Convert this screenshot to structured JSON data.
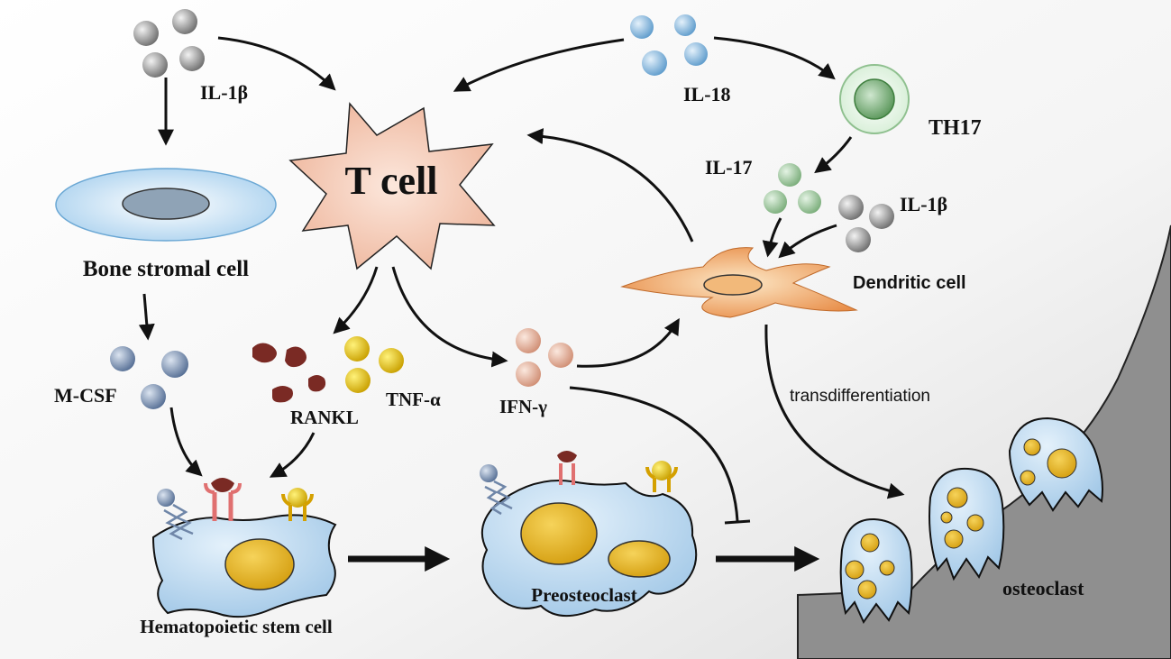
{
  "labels": {
    "il1b_top": "IL-1β",
    "il18": "IL-18",
    "th17": "TH17",
    "il17": "IL-17",
    "il1b_right": "IL-1β",
    "t_cell": "T cell",
    "bone_stromal": "Bone stromal cell",
    "dendritic": "Dendritic cell",
    "mcsf": "M-CSF",
    "rankl": "RANKL",
    "tnfa": "TNF-α",
    "ifng": "IFN-γ",
    "transdiff": "transdifferentiation",
    "hsc": "Hematopoietic stem cell",
    "preosteoclast": "Preosteoclast",
    "osteoclast": "osteoclast"
  },
  "colors": {
    "gray_cytokine": "#8a8a8a",
    "blue_cytokine": "#7fb0d8",
    "green_cytokine": "#8fbf8f",
    "mcsf_cytokine": "#6f86a8",
    "rankl": "#7a2a24",
    "tnf": "#e2c000",
    "ifn": "#e0a890",
    "t_cell_fill": "#f3cbb6",
    "stromal_fill": "#cfe6f5",
    "cell_fill": "#bcd9ef",
    "nucleus": "#e2b31c",
    "dendritic_fill": "#f0b57a",
    "bone": "#8f8f8f"
  }
}
